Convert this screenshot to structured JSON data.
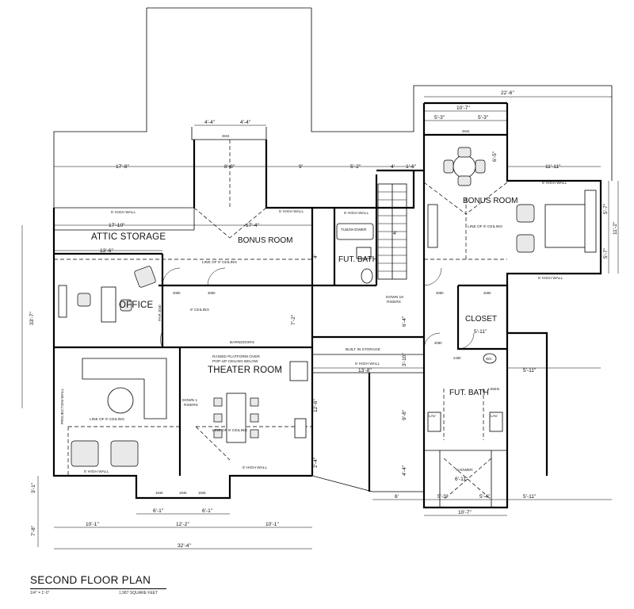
{
  "sheet": {
    "title": "SECOND FLOOR PLAN",
    "scale": "1/4\" = 1'-0\"",
    "area": "1,987 SQUARE FEET"
  },
  "rooms": {
    "attic_storage": "ATTIC STORAGE",
    "bonus_room_1": "BONUS ROOM",
    "bonus_room_2": "BONUS ROOM",
    "office": "OFFICE",
    "theater_room": "THEATER ROOM",
    "fut_bath_1": "FUT. BATH",
    "fut_bath_2": "FUT. BATH",
    "closet": "CLOSET"
  },
  "notes": {
    "five_high_wall": "5' HIGH WALL",
    "six_high_wall": "6' HIGH WALL",
    "line_of_9_ceiling": "LINE OF 9' CEILING",
    "nine_ceiling": "9' CEILING",
    "barndoors": "BARNDOORS",
    "raised_platform": "RAISED PLATFORM OVER",
    "pop_up_ceiling": "POP-UP CEILING BELOW",
    "built_in_storage": "BUILT IN STORAGE",
    "tub_shower": "TUB/SHOWER",
    "down_risers_1": "DOWN 16",
    "risers": "RISERS",
    "down_risers_2": "DOWN 1",
    "projection_wall": "PROJECTION WALL",
    "linen": "LINEN",
    "lav": "LAV",
    "wc": "WC",
    "shower": "SHOWER"
  },
  "doors": {
    "d3080": "3080",
    "d2680": "2680",
    "d2480": "2480",
    "d2844": "2844",
    "d1846": "1846",
    "d2040": "PAIR 2040"
  },
  "dimensions": {
    "overall_top": "22'-6\"",
    "bonus_top": "10'-7\"",
    "bonus_win_a": "5'-3\"",
    "bonus_win_b": "5'-3\"",
    "dormer_a": "4'-4\"",
    "dormer_b": "4'-4\"",
    "dormer_w": "8'-8\"",
    "left_run": "17'-8\"",
    "mid_run": "9'",
    "stair_a": "5'-2\"",
    "stair_b": "4'",
    "stair_c": "1'-6\"",
    "right_run": "11'-11\"",
    "attic_len": "17'-10\"",
    "bonus_len": "17'-4\"",
    "office_w": "13'-6\"",
    "bath_w": "13'-8\"",
    "right_5_11": "5'-11\"",
    "left_height": "33'-7\"",
    "h_3_1": "3'-1\"",
    "h_7_8": "7'-8\"",
    "seg_10_1_a": "10'-1\"",
    "seg_12_2": "12'-2\"",
    "seg_10_1_b": "10'-1\"",
    "seg_6_1_a": "6'-1\"",
    "seg_6_1_b": "6'-1\"",
    "bottom_total": "32'-4\"",
    "b_6": "6'",
    "b_5_3": "5'-3\"",
    "b_5_4": "5'-4\"",
    "b_5_11": "5'-11\"",
    "b_10_7": "10'-7\"",
    "v_11_2": "11'-2\"",
    "v_5_7_a": "5'-7\"",
    "v_5_7_b": "5'-7\"",
    "v_9_8": "9'-8\"",
    "v_4_4": "4'-4\"",
    "v_6_4": "6'-4\"",
    "v_3_10": "3'-10\"",
    "v_12_6": "12'-6\"",
    "v_7_2": "7'-2\"",
    "v_4": "4'",
    "v_2_4": "2'-4\"",
    "v_6_5": "6'-5\"",
    "v_5_11_r": "5'-11\"",
    "shower_w": "6'-11\"",
    "stair_4": "4'"
  }
}
